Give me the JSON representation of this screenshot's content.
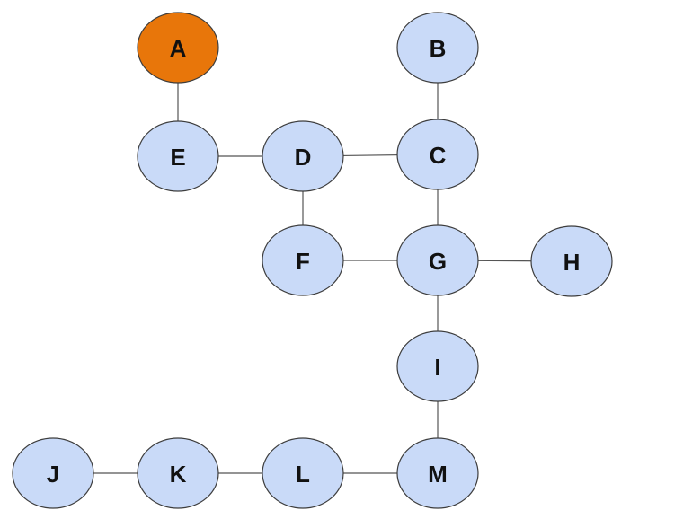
{
  "graph": {
    "colors": {
      "node_fill": "#c9daf8",
      "highlight_fill": "#e8760a",
      "node_stroke": "#3d3d3d",
      "edge": "#555555",
      "label": "#111111"
    },
    "nodes": [
      {
        "id": "A",
        "label": "A",
        "highlighted": true
      },
      {
        "id": "B",
        "label": "B",
        "highlighted": false
      },
      {
        "id": "C",
        "label": "C",
        "highlighted": false
      },
      {
        "id": "D",
        "label": "D",
        "highlighted": false
      },
      {
        "id": "E",
        "label": "E",
        "highlighted": false
      },
      {
        "id": "F",
        "label": "F",
        "highlighted": false
      },
      {
        "id": "G",
        "label": "G",
        "highlighted": false
      },
      {
        "id": "H",
        "label": "H",
        "highlighted": false
      },
      {
        "id": "I",
        "label": "I",
        "highlighted": false
      },
      {
        "id": "J",
        "label": "J",
        "highlighted": false
      },
      {
        "id": "K",
        "label": "K",
        "highlighted": false
      },
      {
        "id": "L",
        "label": "L",
        "highlighted": false
      },
      {
        "id": "M",
        "label": "M",
        "highlighted": false
      }
    ],
    "edges": [
      [
        "A",
        "E"
      ],
      [
        "E",
        "D"
      ],
      [
        "D",
        "C"
      ],
      [
        "B",
        "C"
      ],
      [
        "D",
        "F"
      ],
      [
        "C",
        "G"
      ],
      [
        "F",
        "G"
      ],
      [
        "G",
        "H"
      ],
      [
        "G",
        "I"
      ],
      [
        "I",
        "M"
      ],
      [
        "J",
        "K"
      ],
      [
        "K",
        "L"
      ],
      [
        "L",
        "M"
      ]
    ]
  }
}
